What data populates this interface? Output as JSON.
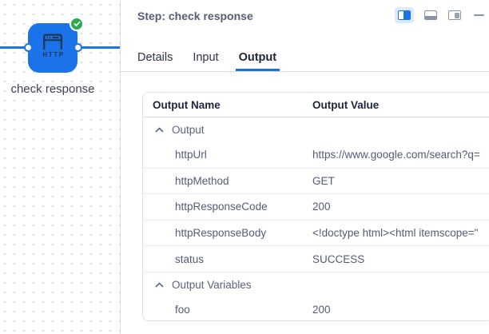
{
  "colors": {
    "accent_blue": "#1a73e8",
    "node_blue": "#1a73e8",
    "edge_blue": "#1a73e8",
    "success_green": "#2fa84f",
    "tab_underline": "#1d6fe0",
    "active_control_bg": "#ddeafd",
    "control_gray": "#8994a8"
  },
  "canvas": {
    "node": {
      "label": "check response",
      "type_label": "HTTP",
      "status": "success",
      "status_icon": "check-circle-icon"
    }
  },
  "panel": {
    "title": "Step: check response",
    "window_controls": [
      {
        "icon": "split-right-layout-icon",
        "active": true
      },
      {
        "icon": "bottom-panel-layout-icon",
        "active": false
      },
      {
        "icon": "side-panel-layout-icon",
        "active": false
      },
      {
        "icon": "minimize-icon",
        "active": false
      }
    ],
    "tabs": [
      {
        "label": "Details",
        "active": false
      },
      {
        "label": "Input",
        "active": false
      },
      {
        "label": "Output",
        "active": true
      }
    ],
    "table": {
      "columns": [
        "Output Name",
        "Output Value"
      ],
      "groups": [
        {
          "label": "Output",
          "collapsed": false,
          "chevron": "chevron-up-icon",
          "rows": [
            {
              "name": "httpUrl",
              "value": "https://www.google.com/search?q="
            },
            {
              "name": "httpMethod",
              "value": "GET"
            },
            {
              "name": "httpResponseCode",
              "value": "200"
            },
            {
              "name": "httpResponseBody",
              "value": "<!doctype html><html itemscope=\""
            },
            {
              "name": "status",
              "value": "SUCCESS"
            }
          ]
        },
        {
          "label": "Output Variables",
          "collapsed": false,
          "chevron": "chevron-up-icon",
          "rows": [
            {
              "name": "foo",
              "value": "200"
            }
          ]
        }
      ]
    }
  }
}
